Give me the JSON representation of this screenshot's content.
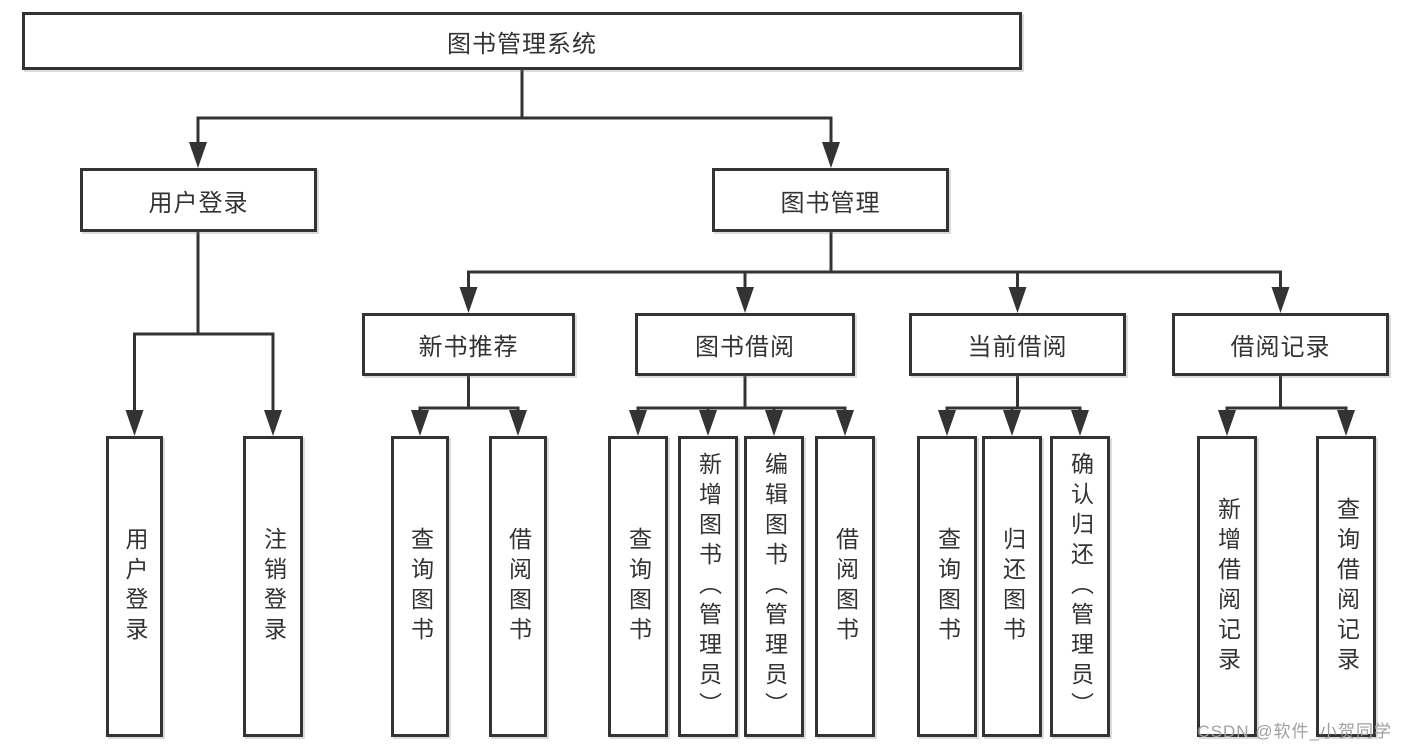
{
  "tree": {
    "root": "图书管理系统",
    "login_branch": {
      "label": "用户登录",
      "leaves": [
        "用户登录",
        "注销登录"
      ]
    },
    "mgmt_branch": {
      "label": "图书管理",
      "sections": [
        {
          "label": "新书推荐",
          "leaves": [
            "查询图书",
            "借阅图书"
          ]
        },
        {
          "label": "图书借阅",
          "leaves": [
            "查询图书",
            "新增图书（管理员）",
            "编辑图书（管理员）",
            "借阅图书"
          ]
        },
        {
          "label": "当前借阅",
          "leaves": [
            "查询图书",
            "归还图书",
            "确认归还（管理员）"
          ]
        },
        {
          "label": "借阅记录",
          "leaves": [
            "新增借阅记录",
            "查询借阅记录"
          ]
        }
      ]
    }
  },
  "watermark": {
    "text": "CSDN @软件_小贺同学",
    "color": "#a0a0a0"
  },
  "colors": {
    "line": "#333333",
    "box_border": "#333333",
    "box_fill": "#ffffff",
    "text": "#333333",
    "background": "#ffffff"
  }
}
